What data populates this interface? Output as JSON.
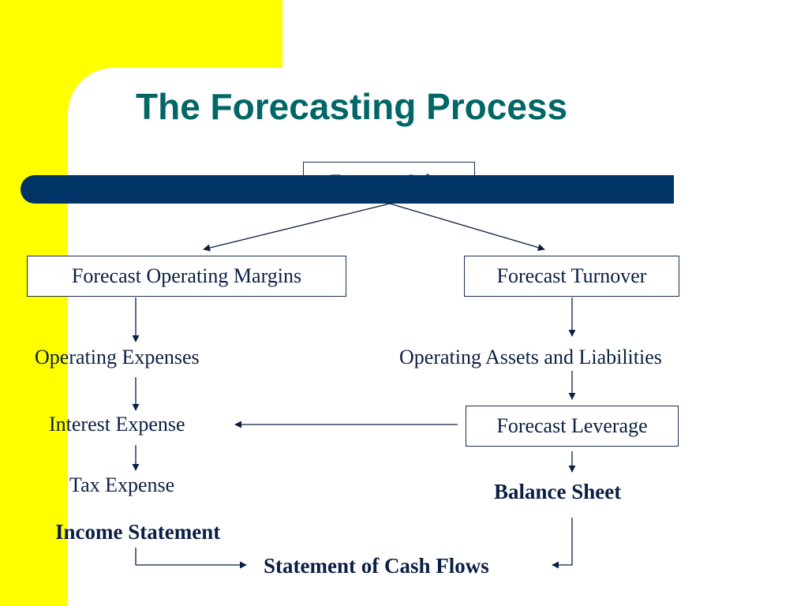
{
  "slide": {
    "title": "The Forecasting Process"
  },
  "diagram": {
    "top_box": "Forecast Sales",
    "left_box": "Forecast Operating Margins",
    "right_box": "Forecast Turnover",
    "operating_expenses": "Operating Expenses",
    "operating_assets": "Operating Assets and Liabilities",
    "interest_expense": "Interest Expense",
    "leverage_box": "Forecast Leverage",
    "tax_expense": "Tax Expense",
    "balance_sheet": "Balance Sheet",
    "income_statement": "Income Statement",
    "cash_flows": "Statement of Cash Flows"
  },
  "colors": {
    "background_yellow": "#ffff00",
    "title_teal": "#006666",
    "bar_navy": "#003366",
    "text_navy": "#0b1f44"
  }
}
